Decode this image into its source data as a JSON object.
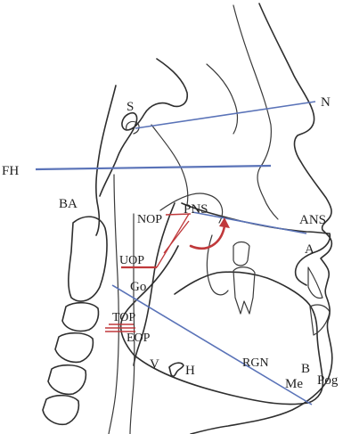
{
  "colors": {
    "outline": "#2e2e2e",
    "reference_line": "#5a73b8",
    "measurement": "#c0393b",
    "background": "#ffffff"
  },
  "labels": {
    "s": "S",
    "n": "N",
    "fh": "FH",
    "ba": "BA",
    "nop": "NOP",
    "pns": "PNS",
    "ans": "ANS",
    "a": "A",
    "uop": "UOP",
    "go": "Go",
    "top": "TOP",
    "eop": "EOP",
    "v": "V",
    "h": "H",
    "rgn": "RGN",
    "b": "B",
    "me": "Me",
    "pog": "Pog"
  }
}
